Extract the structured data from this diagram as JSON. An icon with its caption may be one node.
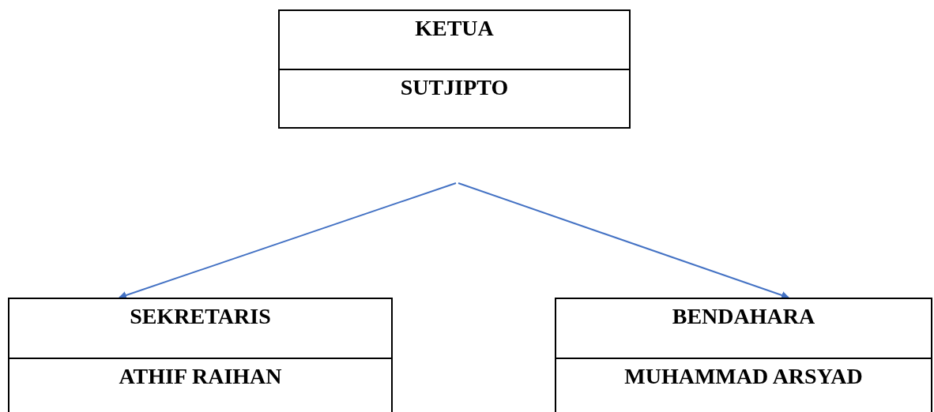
{
  "diagram": {
    "nodes": [
      {
        "text": [
          "KETUA",
          "SUTJIPTO"
        ]
      },
      {
        "text": [
          "SEKRETARIS",
          "ATHIF RAIHAN"
        ]
      },
      {
        "text": [
          "BENDAHARA",
          "MUHAMMAD ARSYAD"
        ]
      }
    ],
    "edges": [
      {
        "from": null,
        "to": 1,
        "arrow": "to"
      },
      {
        "from": null,
        "to": 2,
        "arrow": "to"
      }
    ]
  }
}
